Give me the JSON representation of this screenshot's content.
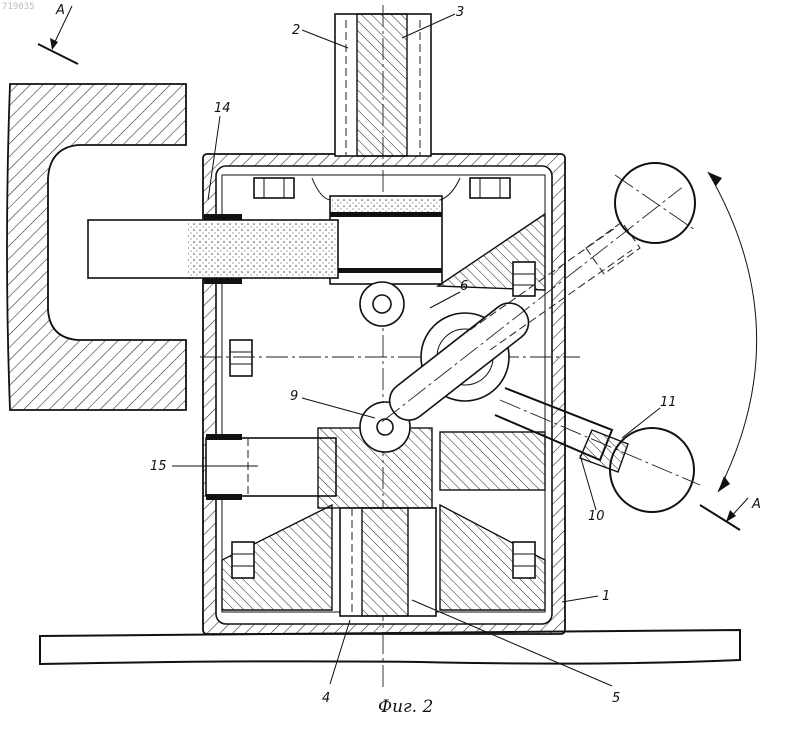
{
  "stamp": "719035",
  "caption": "Фиг. 2",
  "section_marks": [
    {
      "id": "top-left",
      "letter": "A"
    },
    {
      "id": "bottom-right",
      "letter": "A"
    }
  ],
  "callouts": [
    "1",
    "2",
    "3",
    "4",
    "5",
    "6",
    "9",
    "10",
    "11",
    "14",
    "15"
  ]
}
